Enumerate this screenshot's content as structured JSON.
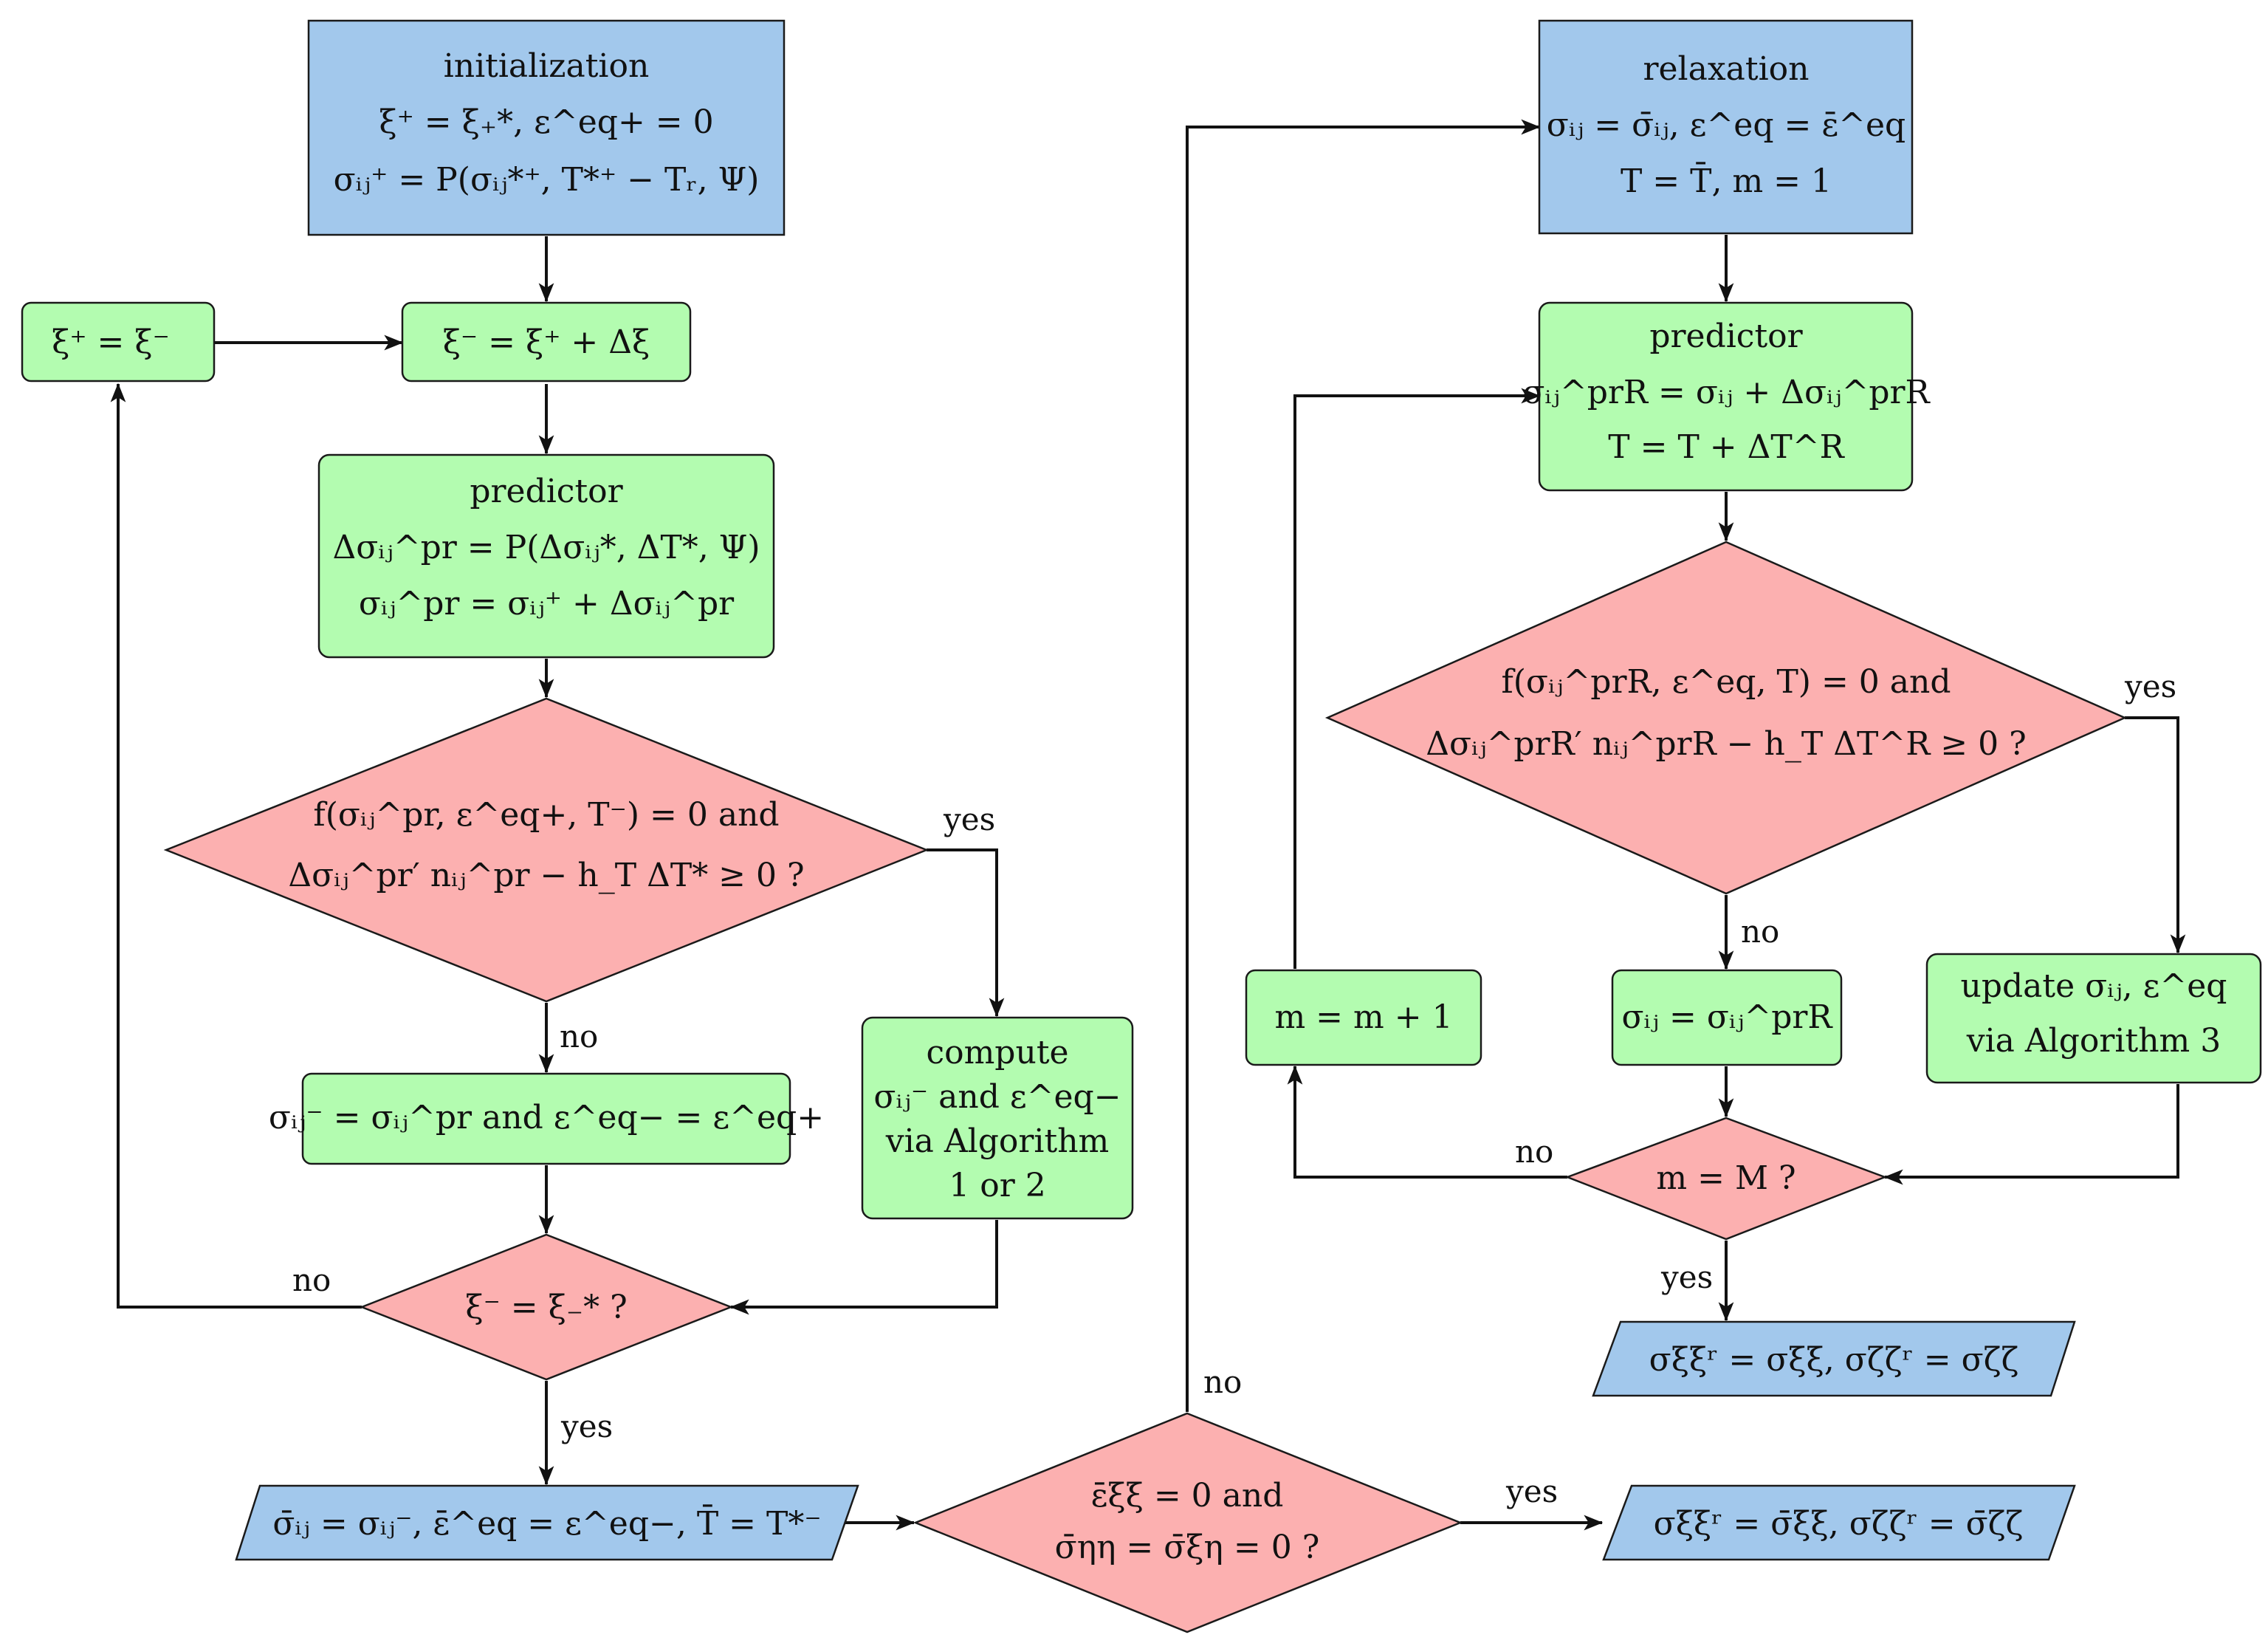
{
  "colors": {
    "process_blue": "#a2c8ec",
    "process_green": "#b3fcb0",
    "decision_red": "#fcb0b0",
    "line": "#111111"
  },
  "nodes": {
    "init": {
      "lines": [
        "initialization",
        "ξ⁺ = ξ₊*,  ε^eq+ = 0",
        "σᵢⱼ⁺ = P(σᵢⱼ*⁺, T*⁺ − Tᵣ, Ψ)"
      ]
    },
    "xi_plus_assign": {
      "lines": [
        "ξ⁺ = ξ⁻"
      ]
    },
    "xi_minus_update": {
      "lines": [
        "ξ⁻ = ξ⁺ + Δξ"
      ]
    },
    "predictor1": {
      "lines": [
        "predictor",
        "Δσᵢⱼ^pr = P(Δσᵢⱼ*, ΔT*, Ψ)",
        "σᵢⱼ^pr = σᵢⱼ⁺ + Δσᵢⱼ^pr"
      ]
    },
    "decision1": {
      "lines": [
        "f(σᵢⱼ^pr, ε^eq+, T⁻) = 0 and",
        "Δσᵢⱼ^pr′ nᵢⱼ^pr − h_T ΔT* ≥ 0 ?"
      ]
    },
    "assign_elastic": {
      "lines": [
        "σᵢⱼ⁻ = σᵢⱼ^pr and ε^eq− = ε^eq+"
      ]
    },
    "compute_alg": {
      "lines": [
        "compute",
        "σᵢⱼ⁻ and ε^eq−",
        "via Algorithm",
        "1 or 2"
      ]
    },
    "decision_xi": {
      "lines": [
        "ξ⁻ = ξ₋* ?"
      ]
    },
    "output1": {
      "lines": [
        "σ̄ᵢⱼ = σᵢⱼ⁻,  ε̄^eq = ε^eq−,  T̄ = T*⁻"
      ]
    },
    "decision_mid": {
      "lines": [
        "ε̄ξξ = 0 and",
        "σ̄ηη = σ̄ξη = 0 ?"
      ]
    },
    "output_mid": {
      "lines": [
        "σξξʳ = σ̄ξξ,  σζζʳ = σ̄ζζ"
      ]
    },
    "relax": {
      "lines": [
        "relaxation",
        "σᵢⱼ = σ̄ᵢⱼ,  ε^eq = ε̄^eq",
        "T = T̄,  m = 1"
      ]
    },
    "predictor2": {
      "lines": [
        "predictor",
        "σᵢⱼ^prR = σᵢⱼ + Δσᵢⱼ^prR",
        "T = T + ΔT^R"
      ]
    },
    "decision2": {
      "lines": [
        "f(σᵢⱼ^prR, ε^eq, T) = 0 and",
        "Δσᵢⱼ^prR′ nᵢⱼ^prR − h_T ΔT^R ≥ 0 ?"
      ]
    },
    "m_increment": {
      "lines": [
        "m = m + 1"
      ]
    },
    "assign_prR": {
      "lines": [
        "σᵢⱼ = σᵢⱼ^prR"
      ]
    },
    "update_alg3": {
      "lines": [
        "update σᵢⱼ, ε^eq",
        "via Algorithm 3"
      ]
    },
    "decision_m": {
      "lines": [
        "m = M ?"
      ]
    },
    "output_right": {
      "lines": [
        "σξξʳ = σξξ,  σζζʳ = σζζ"
      ]
    }
  },
  "edge_labels": {
    "d1_yes": "yes",
    "d1_no": "no",
    "dxi_no": "no",
    "dxi_yes": "yes",
    "dmid_no": "no",
    "dmid_yes": "yes",
    "d2_yes": "yes",
    "d2_no": "no",
    "dm_no": "no",
    "dm_yes": "yes"
  }
}
